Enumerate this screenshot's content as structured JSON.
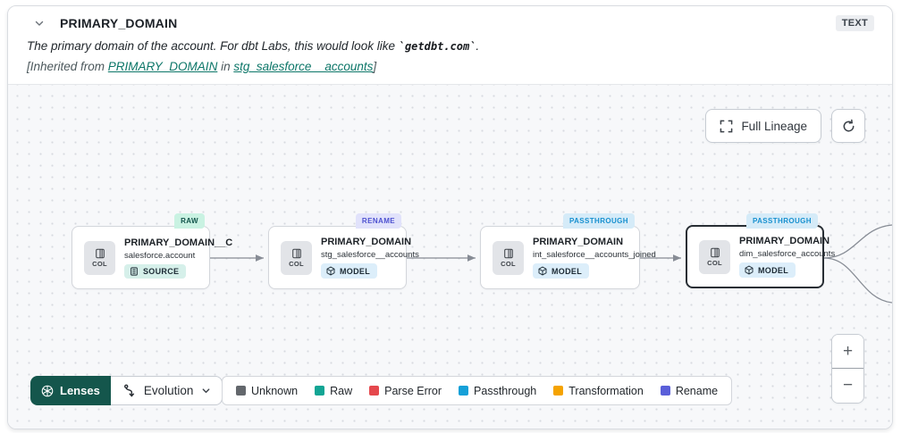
{
  "header": {
    "title": "PRIMARY_DOMAIN",
    "type_badge": "TEXT",
    "description": {
      "prefix": "The primary domain of the account. For dbt Labs, this would look like ",
      "code": "`getdbt.com`",
      "suffix": "."
    },
    "inherited": {
      "prefix": "[Inherited from ",
      "column_link": "PRIMARY_DOMAIN",
      "middle": " in ",
      "model_link": "stg_salesforce__accounts",
      "suffix": "]"
    }
  },
  "toolbar": {
    "full_lineage_label": "Full Lineage"
  },
  "canvas": {
    "nodes": [
      {
        "title": "PRIMARY_DOMAIN__C",
        "subtitle": "salesforce.account",
        "resource_type": "SOURCE",
        "evolution": "RAW",
        "col_label": "COL",
        "selected": false
      },
      {
        "title": "PRIMARY_DOMAIN",
        "subtitle": "stg_salesforce__accounts",
        "resource_type": "MODEL",
        "evolution": "RENAME",
        "col_label": "COL",
        "selected": false
      },
      {
        "title": "PRIMARY_DOMAIN",
        "subtitle": "int_salesforce__accounts_joined",
        "resource_type": "MODEL",
        "evolution": "PASSTHROUGH",
        "col_label": "COL",
        "selected": false
      },
      {
        "title": "PRIMARY_DOMAIN",
        "subtitle": "dim_salesforce_accounts",
        "resource_type": "MODEL",
        "evolution": "PASSTHROUGH",
        "col_label": "COL",
        "selected": true
      }
    ]
  },
  "zoom_controls": {
    "zoom_in": "+",
    "zoom_out": "−"
  },
  "lenses": {
    "button_label": "Lenses",
    "selected_lens": "Evolution"
  },
  "legend": {
    "items": [
      {
        "label": "Unknown",
        "color": "#63676c"
      },
      {
        "label": "Raw",
        "color": "#12a594"
      },
      {
        "label": "Parse Error",
        "color": "#e5484d"
      },
      {
        "label": "Passthrough",
        "color": "#15a0d8"
      },
      {
        "label": "Transformation",
        "color": "#f5a300"
      },
      {
        "label": "Rename",
        "color": "#5a5fd9"
      }
    ]
  },
  "colors": {
    "accent_link": "#0c7668",
    "lenses_button_bg": "#14564c",
    "raw_badge_bg": "#c9f2e2",
    "rename_badge_bg": "#e1e2fb",
    "rename_badge_text": "#4d51d0",
    "passthrough_badge_bg": "#d5ebf8",
    "passthrough_badge_text": "#1790cf",
    "edge": "#878c95"
  }
}
